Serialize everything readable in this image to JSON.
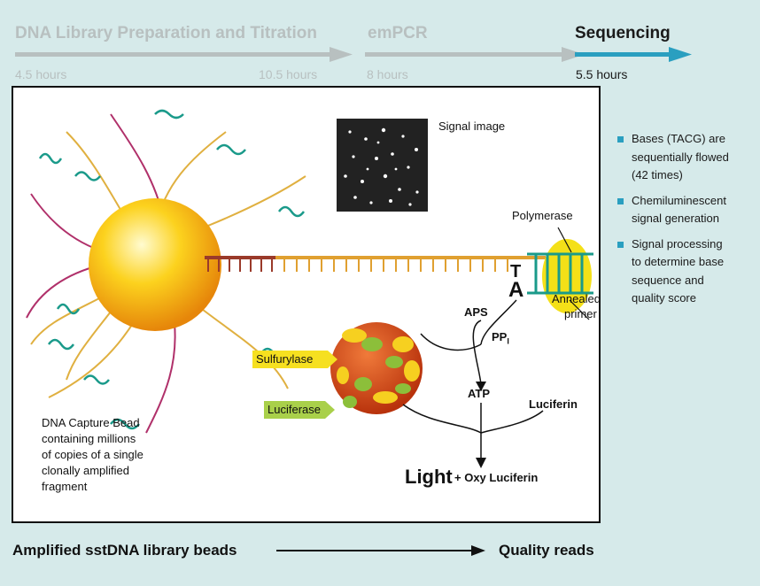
{
  "timeline": {
    "stage1": {
      "label": "DNA Library Preparation and Titration",
      "start": "4.5 hours",
      "end": "10.5 hours"
    },
    "stage2": {
      "label": "emPCR",
      "duration": "8 hours"
    },
    "stage3": {
      "label": "Sequencing",
      "duration": "5.5 hours"
    },
    "colors": {
      "faded": "#b8c0c0",
      "active_arrow": "#2a9fc0"
    }
  },
  "diagram": {
    "signal_image": "Signal image",
    "polymerase": "Polymerase",
    "base_top": "T",
    "base_bottom": "A",
    "annealed_primer_line1": "Annealed",
    "annealed_primer_line2": "primer",
    "aps": "APS",
    "ppi": "PP",
    "ppi_sub": "I",
    "atp": "ATP",
    "luciferin": "Luciferin",
    "sulfurylase": "Sulfurylase",
    "luciferase": "Luciferase",
    "light": "Light",
    "oxy_luciferin": "+ Oxy Luciferin",
    "bead_caption": [
      "DNA Capture Bead",
      "containing millions",
      "of copies of a single",
      "clonally amplified",
      "fragment"
    ]
  },
  "bullets": [
    [
      "Bases (TACG) are",
      "sequentially flowed",
      "(42 times)"
    ],
    [
      "Chemiluminescent",
      "signal generation"
    ],
    [
      "Signal processing",
      "to determine base",
      "sequence and",
      "quality score"
    ]
  ],
  "footer": {
    "left": "Amplified sstDNA library beads",
    "right": "Quality reads"
  }
}
